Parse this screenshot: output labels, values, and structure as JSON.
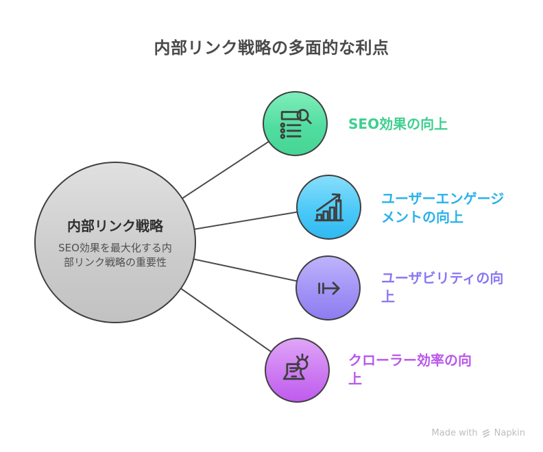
{
  "title": "内部リンク戦略の多面的な利点",
  "center": {
    "title": "内部リンク戦略",
    "subtitle": "SEO効果を最大化する内部リンク戦略の重要性"
  },
  "nodes": [
    {
      "label": "SEO効果の向上",
      "icon": "list-search-icon",
      "accent_color": "#3ecf8e",
      "circle_color": "#52dda0"
    },
    {
      "label": "ユーザーエンゲージメントの向上",
      "icon": "bar-chart-growth-icon",
      "accent_color": "#29b1e9",
      "circle_color": "#4cc9f7"
    },
    {
      "label": "ユーザビリティの向上",
      "icon": "maps-to-arrow-icon",
      "accent_color": "#8877f3",
      "circle_color": "#a293f6"
    },
    {
      "label": "クローラー効率の向上",
      "icon": "laptop-search-icon",
      "accent_color": "#b958ea",
      "circle_color": "#cd7bf2"
    }
  ],
  "footer": {
    "made_with": "Made with",
    "brand": "Napkin"
  },
  "colors": {
    "background": "#ffffff",
    "title_text": "#4a4a4a",
    "central_fill": "#cbcbcb",
    "circle_border": "#3f3f3f",
    "connector": "#4a4a4a",
    "footer_text": "#bdbdbd"
  }
}
